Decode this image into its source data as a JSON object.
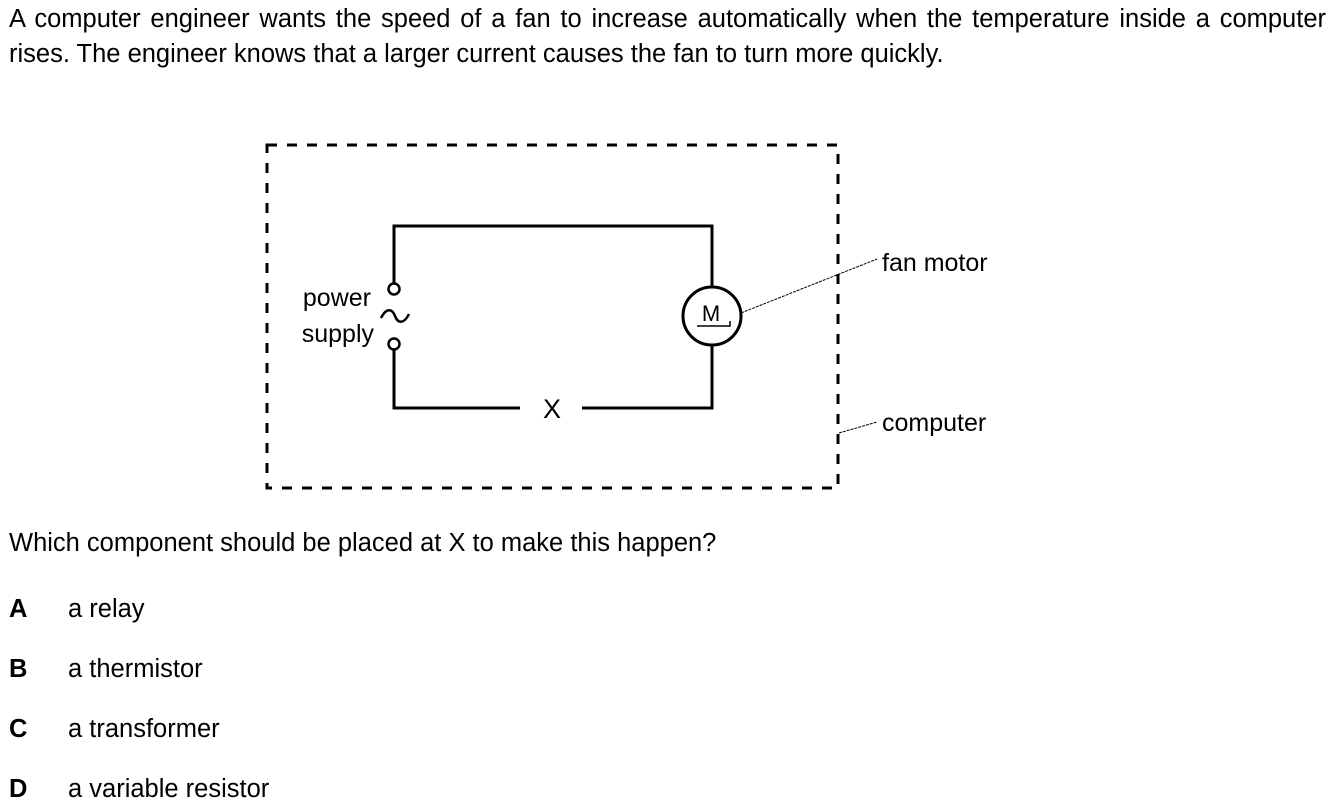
{
  "intro_text": "A computer engineer wants the speed of a fan to increase automatically when the temperature inside a computer rises. The engineer knows that a larger current causes the fan to turn more quickly.",
  "diagram": {
    "power_supply_label_line1": "power",
    "power_supply_label_line2": "supply",
    "power_supply_symbol": "~",
    "motor_symbol": "M",
    "component_label": "X",
    "callouts": {
      "fan_motor": "fan motor",
      "computer": "computer"
    }
  },
  "question": "Which component should be placed at X to make this happen?",
  "options": [
    {
      "letter": "A",
      "text": "a relay"
    },
    {
      "letter": "B",
      "text": "a thermistor"
    },
    {
      "letter": "C",
      "text": "a transformer"
    },
    {
      "letter": "D",
      "text": "a variable resistor"
    }
  ]
}
